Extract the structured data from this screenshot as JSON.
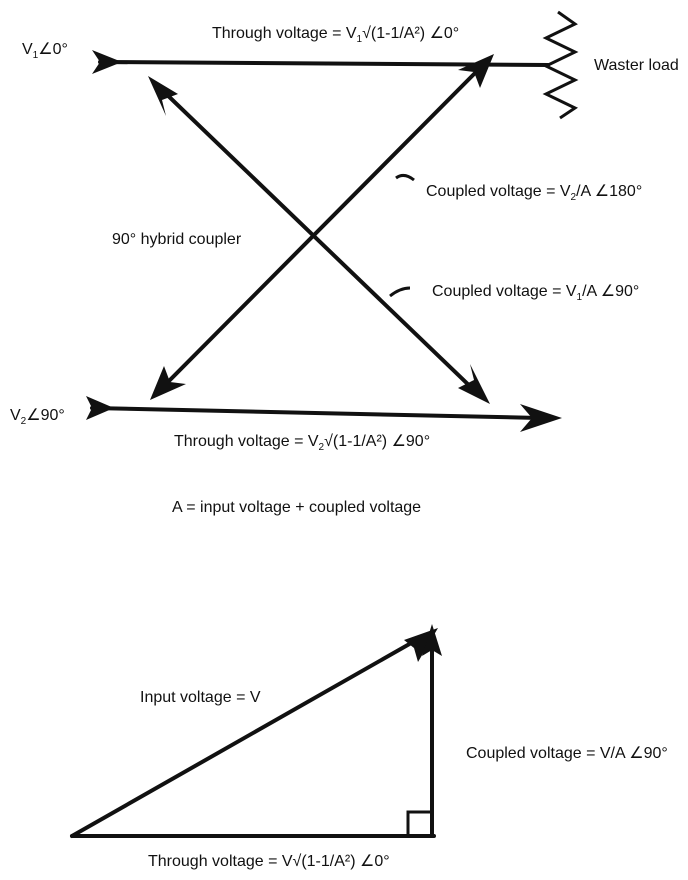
{
  "top_diagram": {
    "v1_label": {
      "base": "V",
      "sub": "1",
      "rest": "∠0°"
    },
    "v2_label": {
      "base": "V",
      "sub": "2",
      "rest": "∠90°"
    },
    "through_top": {
      "pre": "Through voltage = V",
      "sub": "1",
      "post": "√(1-1/A²) ∠0°"
    },
    "through_bottom": {
      "pre": "Through voltage = V",
      "sub": "2",
      "post": "√(1-1/A²) ∠90°"
    },
    "waster_load": "Waster load",
    "hybrid_label": "90° hybrid coupler",
    "coupled_v2": {
      "pre": "Coupled voltage = V",
      "sub": "2",
      "post": "/A ∠180°"
    },
    "coupled_v1": {
      "pre": "Coupled voltage = V",
      "sub": "1",
      "post": "/A ∠90°"
    },
    "definition": "A = input voltage + coupled voltage"
  },
  "bottom_diagram": {
    "input_label": "Input voltage = V",
    "coupled_label": "Coupled voltage = V/A ∠90°",
    "through_label": "Through voltage = V√(1-1/A²) ∠0°"
  }
}
